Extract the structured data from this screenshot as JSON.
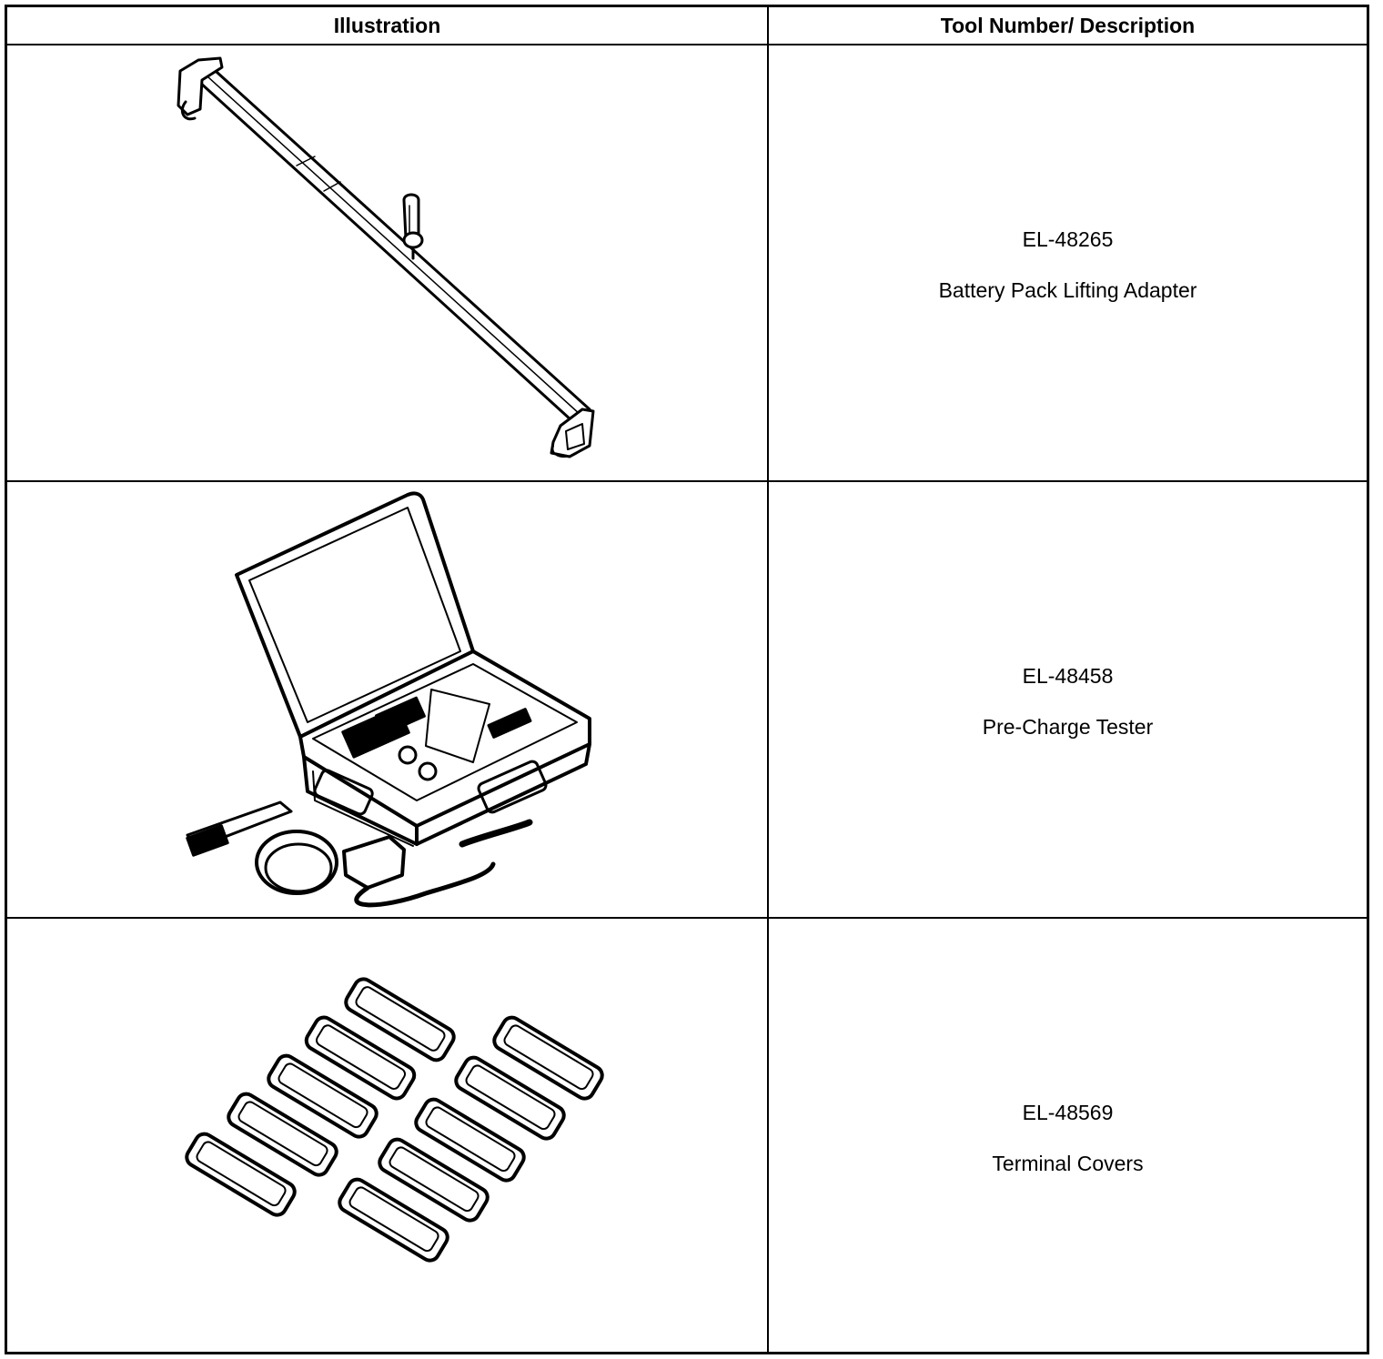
{
  "header": {
    "col1": "Illustration",
    "col2": "Tool Number/ Description"
  },
  "rows": [
    {
      "tool_number": "EL-48265",
      "description": "Battery Pack Lifting Adapter",
      "icon": "lifting-adapter-icon"
    },
    {
      "tool_number": "EL-48458",
      "description": "Pre-Charge Tester",
      "icon": "pre-charge-tester-icon"
    },
    {
      "tool_number": "EL-48569",
      "description": "Terminal Covers",
      "icon": "terminal-covers-icon"
    }
  ]
}
